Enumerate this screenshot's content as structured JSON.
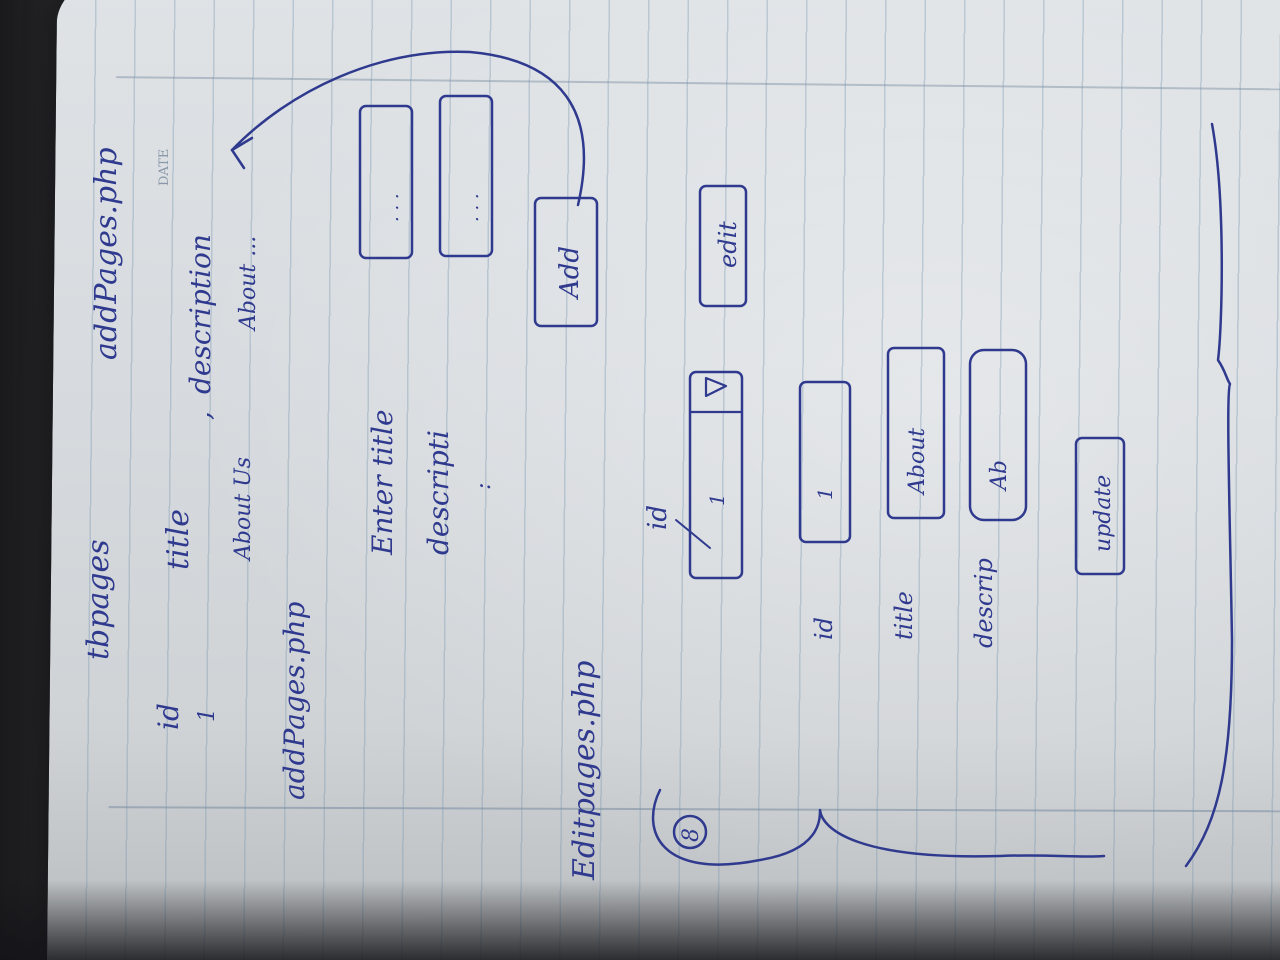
{
  "notes": {
    "table_name": "tbpages",
    "add_script_top": "addPages.php",
    "col_id": "id",
    "col_title": "title",
    "col_description": "description",
    "row_title_value": "About Us",
    "row_desc_value": "About ...",
    "add_section_label": "addPages.php",
    "enter_title": "Enter title",
    "description_label": "descripti",
    "add_button": "Add",
    "edit_section_label": "Editpages.php",
    "circled_number": "8",
    "edit_id_label": "id",
    "edit_button": "edit",
    "form_id_label": "id",
    "form_title_label": "title",
    "form_desc_label": "descrip",
    "form_title_value": "About",
    "form_desc_value": "Ab",
    "update_button": "update",
    "date_stamp": "DATE"
  },
  "colors": {
    "ink": "#2f3a8f",
    "paper": "#d9dde0"
  }
}
